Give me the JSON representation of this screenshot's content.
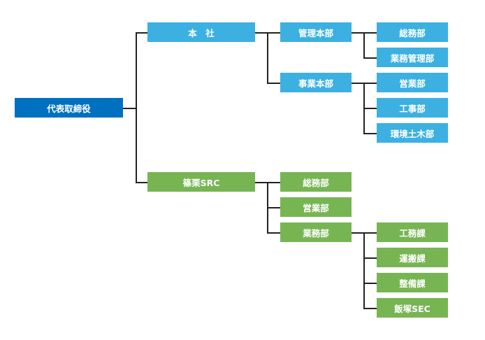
{
  "org_chart": {
    "root": {
      "label": "代表取締役"
    },
    "honsha": {
      "label": "本　社",
      "kanri": {
        "label": "管理本部",
        "children": [
          "総務部",
          "業務管理部"
        ]
      },
      "jigyo": {
        "label": "事業本部",
        "children": [
          "営業部",
          "工事部",
          "環境土木部"
        ]
      }
    },
    "src": {
      "label": "篠栗SRC",
      "children": [
        "総務部",
        "営業部",
        "業務部"
      ],
      "gyomu_children": [
        "工務課",
        "運搬課",
        "整備課",
        "飯塚SEC"
      ]
    }
  },
  "colors": {
    "root": "#0070c0",
    "honsha_branch": "#3cb0e1",
    "src_branch": "#77b553",
    "lines": "#222222"
  }
}
